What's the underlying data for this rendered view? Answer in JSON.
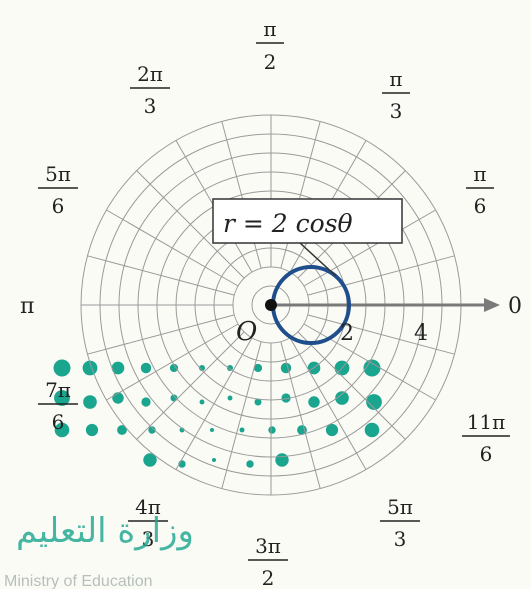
{
  "diagram": {
    "pole_label": "O",
    "equation_label": "r = 2 cosθ",
    "radius_ticks": [
      "2",
      "4"
    ],
    "angle_labels": [
      {
        "key": "a0",
        "numerator": "0",
        "denominator": "",
        "angle_deg": 0
      },
      {
        "key": "a30",
        "numerator": "π",
        "denominator": "6",
        "angle_deg": 30
      },
      {
        "key": "a60",
        "numerator": "π",
        "denominator": "3",
        "angle_deg": 60
      },
      {
        "key": "a90",
        "numerator": "π",
        "denominator": "2",
        "angle_deg": 90
      },
      {
        "key": "a120",
        "numerator": "2π",
        "denominator": "3",
        "angle_deg": 120
      },
      {
        "key": "a150",
        "numerator": "5π",
        "denominator": "6",
        "angle_deg": 150
      },
      {
        "key": "a180",
        "numerator": "π",
        "denominator": "",
        "angle_deg": 180
      },
      {
        "key": "a210",
        "numerator": "7π",
        "denominator": "6",
        "angle_deg": 210
      },
      {
        "key": "a240",
        "numerator": "4π",
        "denominator": "3",
        "angle_deg": 240
      },
      {
        "key": "a270",
        "numerator": "3π",
        "denominator": "2",
        "angle_deg": 270
      },
      {
        "key": "a300",
        "numerator": "5π",
        "denominator": "3",
        "angle_deg": 300
      },
      {
        "key": "a330",
        "numerator": "11π",
        "denominator": "6",
        "angle_deg": 330
      }
    ],
    "colors": {
      "grid": "#9a9a9a",
      "curve": "#1f4e8c",
      "axis": "#7a7a7a",
      "watermark": "#1aa58f"
    }
  },
  "watermark": {
    "arabic_text": "وزارة التعليم",
    "english_text": "Ministry of Education"
  }
}
